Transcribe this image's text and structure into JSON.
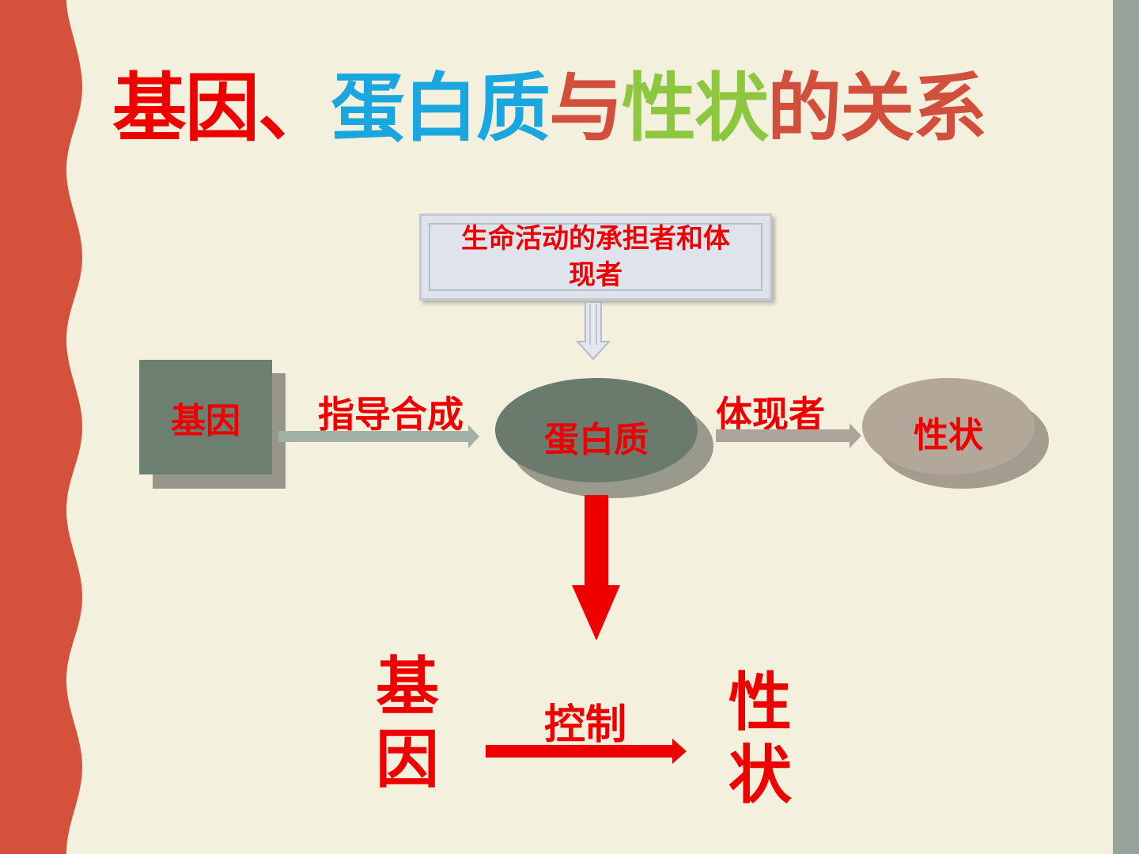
{
  "title": {
    "part1": "基因、",
    "part2": "蛋白质",
    "part3": "与",
    "part4": "性状",
    "part5": "的关系"
  },
  "colors": {
    "red": "#ee0000",
    "blue": "#1aa7e0",
    "brown": "#d24f3c",
    "green": "#8dc63f",
    "left_band": "#d4523b",
    "right_band": "#97a49a",
    "background": "#f3f1de"
  },
  "callout": {
    "line1": "生命活动的承担者和体",
    "line2": "现者"
  },
  "nodes": {
    "gene": "基因",
    "protein": "蛋白质",
    "trait": "性状"
  },
  "edges": {
    "gene_to_protein": "指导合成",
    "protein_to_trait": "体现者"
  },
  "summary": {
    "gene_char1": "基",
    "gene_char2": "因",
    "control": "控制",
    "trait_char1": "性",
    "trait_char2": "状"
  }
}
